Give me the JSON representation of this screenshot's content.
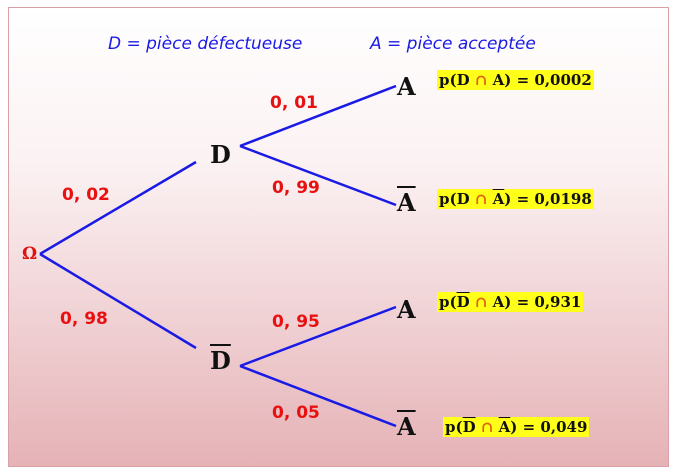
{
  "legend": {
    "d": "D = pièce défectueuse",
    "a": "A = pièce acceptée"
  },
  "root": "Ω",
  "level1": {
    "d": "D",
    "dbar": "D"
  },
  "level2": {
    "a1": "A",
    "abar1": "A",
    "a2": "A",
    "abar2": "A"
  },
  "probabilities": {
    "d": "0, 02",
    "dbar": "0, 98",
    "a_given_d": "0, 01",
    "abar_given_d": "0, 99",
    "a_given_dbar": "0, 95",
    "abar_given_dbar": "0, 05"
  },
  "results": {
    "r1": {
      "prefix": "p(D ",
      "cap": "∩",
      "mid": " A) = 0,0002"
    },
    "r2": {
      "prefix": "p(D ",
      "cap": "∩",
      "bar": "A",
      "suffix": ") = 0,0198"
    },
    "r3": {
      "p": "p(",
      "bar": "D",
      "cap": "∩",
      "suffix": " A) = 0,931"
    },
    "r4": {
      "p": "p(",
      "bar": "D",
      "cap": "∩",
      "bar2": "A",
      "suffix": ") = 0,049"
    }
  },
  "colors": {
    "branch": "#1a1ae6",
    "prob": "#e81010",
    "highlight": "#ffff1a"
  }
}
